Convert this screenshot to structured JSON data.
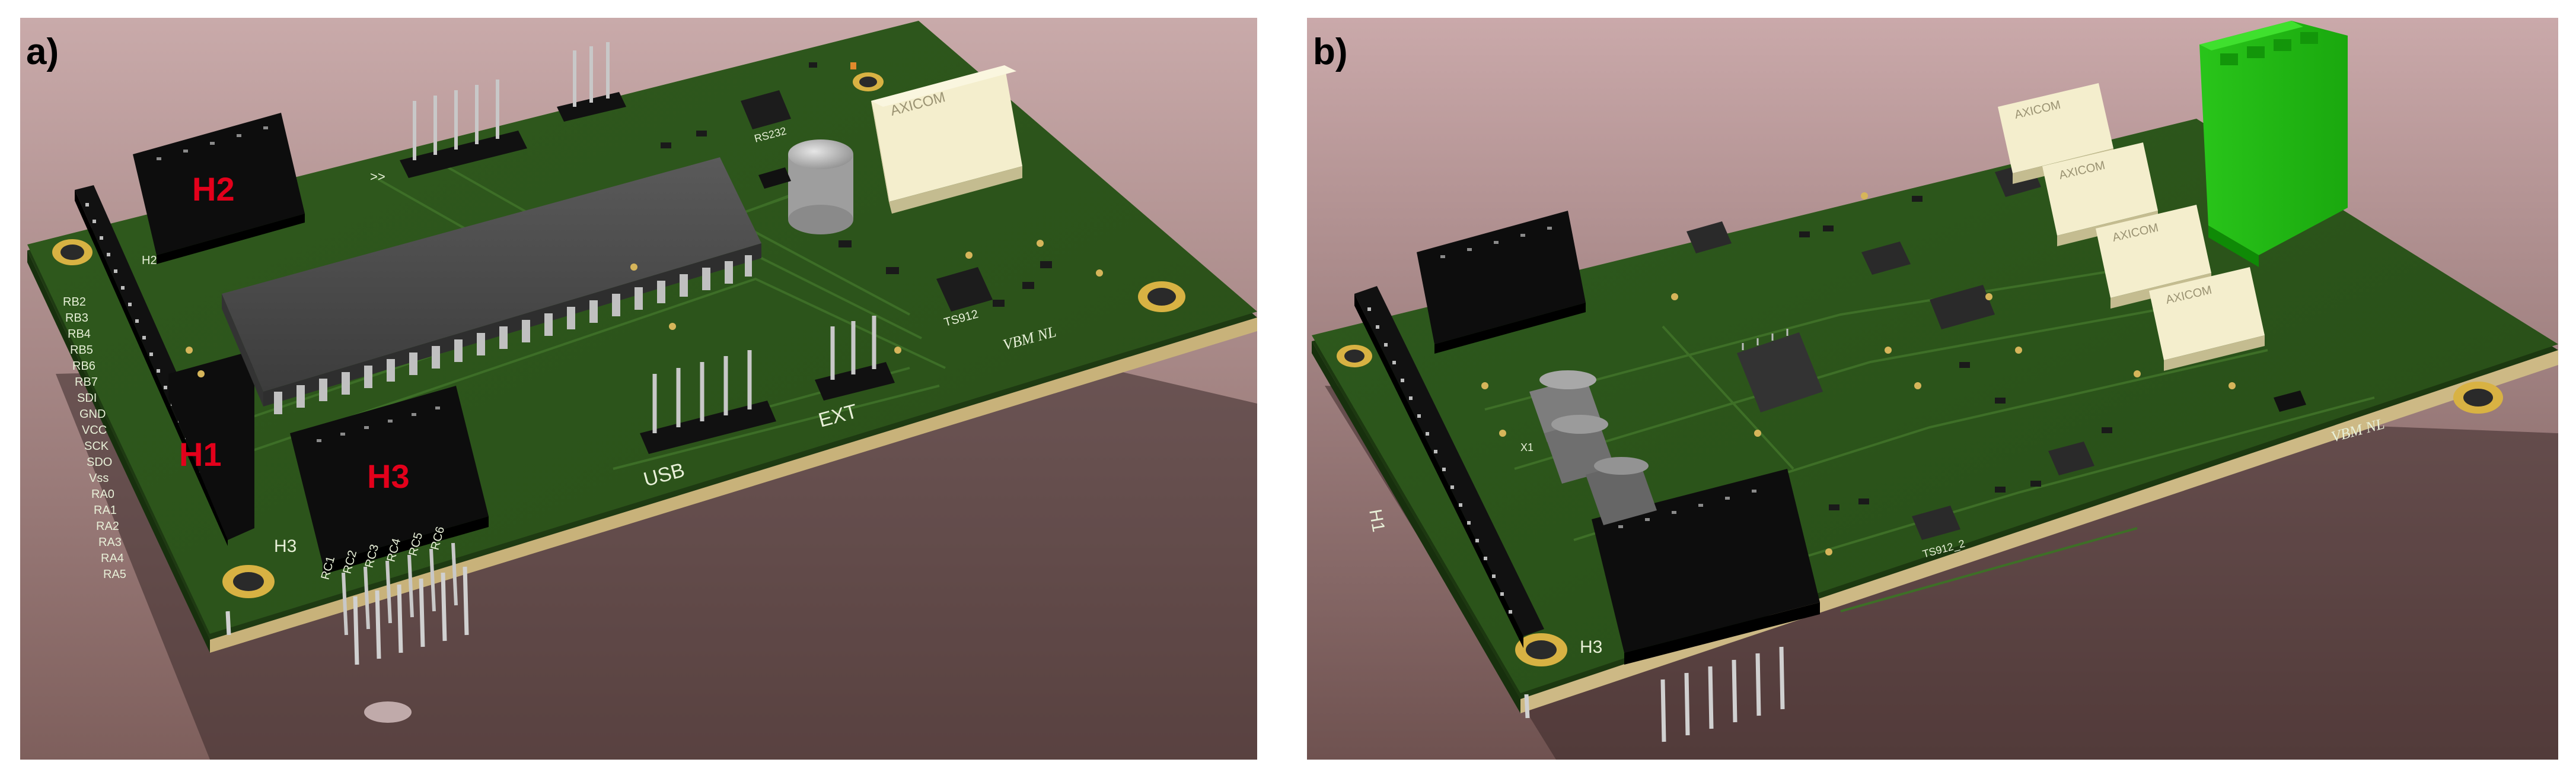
{
  "panels": [
    {
      "label": "a)",
      "header_labels": [
        "H2",
        "H1",
        "H3"
      ],
      "silkscreen": {
        "pin_labels_h1": [
          "RB2",
          "RB3",
          "RB4",
          "RB5",
          "RB6",
          "RB7",
          "SDI",
          "GND",
          "VCC",
          "SCK",
          "SDO",
          "Vss",
          "RA0",
          "RA1",
          "RA2",
          "RA3",
          "RA4",
          "RA5"
        ],
        "pin_labels_h3": [
          "RC1",
          "RC2",
          "RC3",
          "RC4",
          "RC5",
          "RC6"
        ],
        "connector_labels": [
          "USB",
          "EXT"
        ],
        "side_h3": "H3",
        "h2_small": "H2",
        "chip": "TS912",
        "chip2": "RS232",
        "signature": "VBM NL",
        "relay_brand": "AXICOM",
        "arrows": ">>"
      }
    },
    {
      "label": "b)",
      "silkscreen": {
        "side_h1": "H1",
        "side_h3": "H3",
        "chip": "TS912_2",
        "crystal": "X1",
        "signature": "VBM NL",
        "relay_brand": "AXICOM"
      }
    }
  ]
}
